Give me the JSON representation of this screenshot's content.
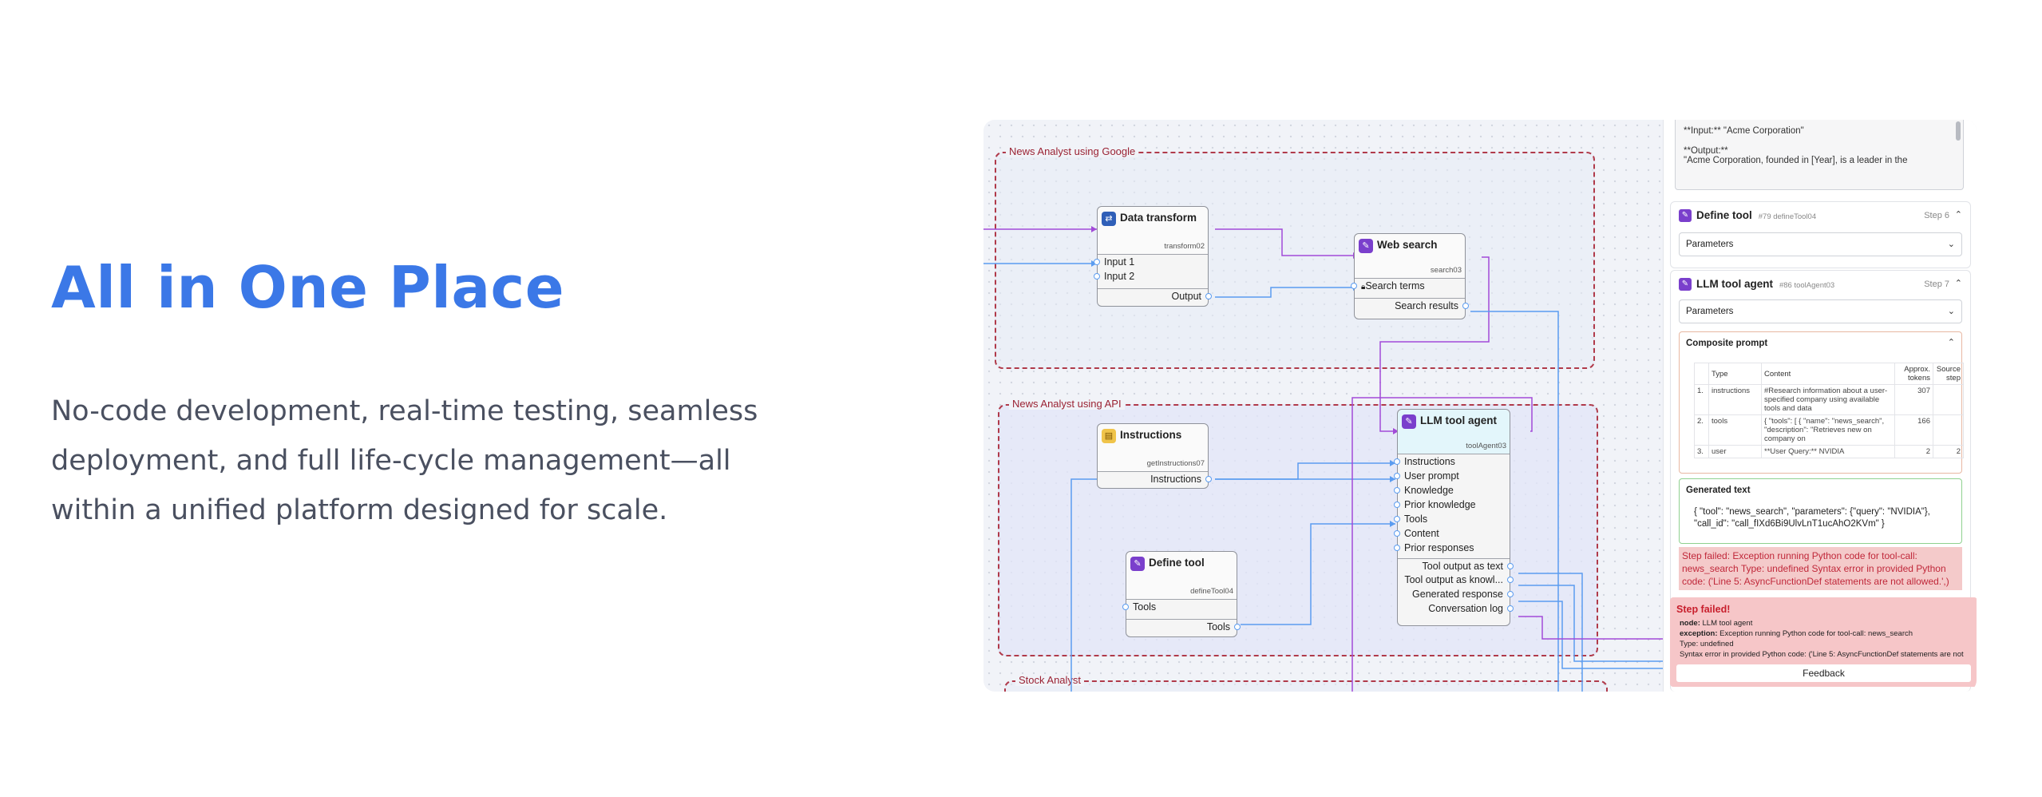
{
  "hero": {
    "title": "All in One Place",
    "desc_lines": [
      "No-code development, real-time testing, seamless",
      "deployment, and full life-cycle management—all",
      "within a unified platform designed for scale."
    ]
  },
  "canvas": {
    "groups": {
      "google": "News Analyst using Google",
      "api": "News Analyst using API",
      "stock": "Stock Analyst"
    },
    "nodes": {
      "transform": {
        "title": "Data transform",
        "id": "transform02",
        "icon": "transform-icon",
        "inputs": [
          "Input 1",
          "Input 2"
        ],
        "output": "Output"
      },
      "search": {
        "title": "Web search",
        "id": "search03",
        "icon": "wrench-icon",
        "inputs": [
          "Search terms"
        ],
        "output": "Search results"
      },
      "instructions": {
        "title": "Instructions",
        "id": "getInstructions07",
        "icon": "document-icon",
        "output": "Instructions"
      },
      "define_tool": {
        "title": "Define tool",
        "id": "defineTool04",
        "icon": "wrench-icon",
        "inputs": [
          "Tools"
        ],
        "output": "Tools"
      },
      "agent": {
        "title": "LLM tool agent",
        "id": "toolAgent03",
        "icon": "wrench-icon",
        "inputs": [
          "Instructions",
          "User prompt",
          "Knowledge",
          "Prior knowledge",
          "Tools",
          "Content",
          "Prior responses"
        ],
        "outputs": [
          "Tool output as text",
          "Tool output as knowl...",
          "Generated response",
          "Conversation log"
        ]
      }
    }
  },
  "panel": {
    "preview": {
      "line1": "**Input:** \"Acme Corporation\"",
      "line2": "**Output:**",
      "line3": "\"Acme Corporation, founded in [Year], is a leader in the"
    },
    "define_tool": {
      "name": "Define tool",
      "id": "#79 defineTool04",
      "step": "Step 6",
      "params": "Parameters"
    },
    "agent": {
      "name": "LLM tool agent",
      "id": "#86 toolAgent03",
      "step": "Step 7",
      "params": "Parameters"
    },
    "composite": {
      "title": "Composite prompt",
      "headers": {
        "type": "Type",
        "content": "Content",
        "tokens": "Approx. tokens",
        "source": "Source step"
      },
      "rows": [
        {
          "n": "1.",
          "type": "instructions",
          "content": "#Research information about a user-specified company using available tools and data",
          "tokens": "307",
          "source": ""
        },
        {
          "n": "2.",
          "type": "tools",
          "content": "{ \"tools\": [ { \"name\": \"news_search\", \"description\": \"Retrieves new on company on",
          "tokens": "166",
          "source": ""
        },
        {
          "n": "3.",
          "type": "user",
          "content": "**User Query:** NVIDIA",
          "tokens": "2",
          "source": "2"
        }
      ]
    },
    "generated": {
      "title": "Generated text",
      "line1": "{ \"tool\": \"news_search\", \"parameters\": {\"query\": \"NVIDIA\"},",
      "line2": "\"call_id\": \"call_fIXd6Bi9UlvLnT1ucAhO2KVm\" }"
    },
    "error": {
      "line1": "Step failed: Exception running Python code for tool-call:",
      "line2": "news_search Type: undefined Syntax error in provided Python",
      "line3": "code: ('Line 5: AsyncFunctionDef statements are not allowed.',)"
    },
    "fail": {
      "title": "Step failed!",
      "node_label": "node:",
      "node": "LLM tool agent",
      "exception_label": "exception:",
      "exception": "Exception running Python code for tool-call: news_search",
      "type_line": "Type: undefined",
      "syntax_line": "Syntax error in provided Python code: ('Line 5: AsyncFunctionDef statements are not",
      "feedback": "Feedback"
    }
  },
  "colors": {
    "accent": "#3b78e7",
    "purple_wire": "#a24ad8",
    "blue_wire": "#5b9cf0",
    "group_border": "#b03a4a"
  }
}
